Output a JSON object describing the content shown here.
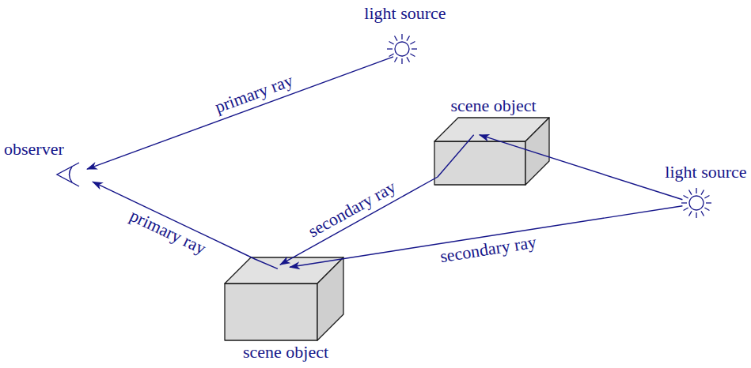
{
  "diagram": {
    "nodes": [
      {
        "text": [
          "light source"
        ]
      },
      {
        "text": [
          "scene object"
        ]
      },
      {
        "text": [
          "observer"
        ]
      },
      {
        "text": [
          "light source"
        ]
      },
      {
        "text": [
          "scene object"
        ]
      }
    ],
    "edges": [
      {
        "from": 0,
        "to": 2,
        "arrow": "to",
        "label": "primary ray"
      },
      {
        "from": 4,
        "to": 2,
        "arrow": "to",
        "label": "primary ray"
      },
      {
        "from": 1,
        "to": 4,
        "arrow": "to",
        "label": "secondary ray"
      },
      {
        "from": 3,
        "to": 1,
        "arrow": "to"
      },
      {
        "from": 3,
        "to": 4,
        "arrow": "to",
        "label": "secondary ray"
      }
    ]
  }
}
